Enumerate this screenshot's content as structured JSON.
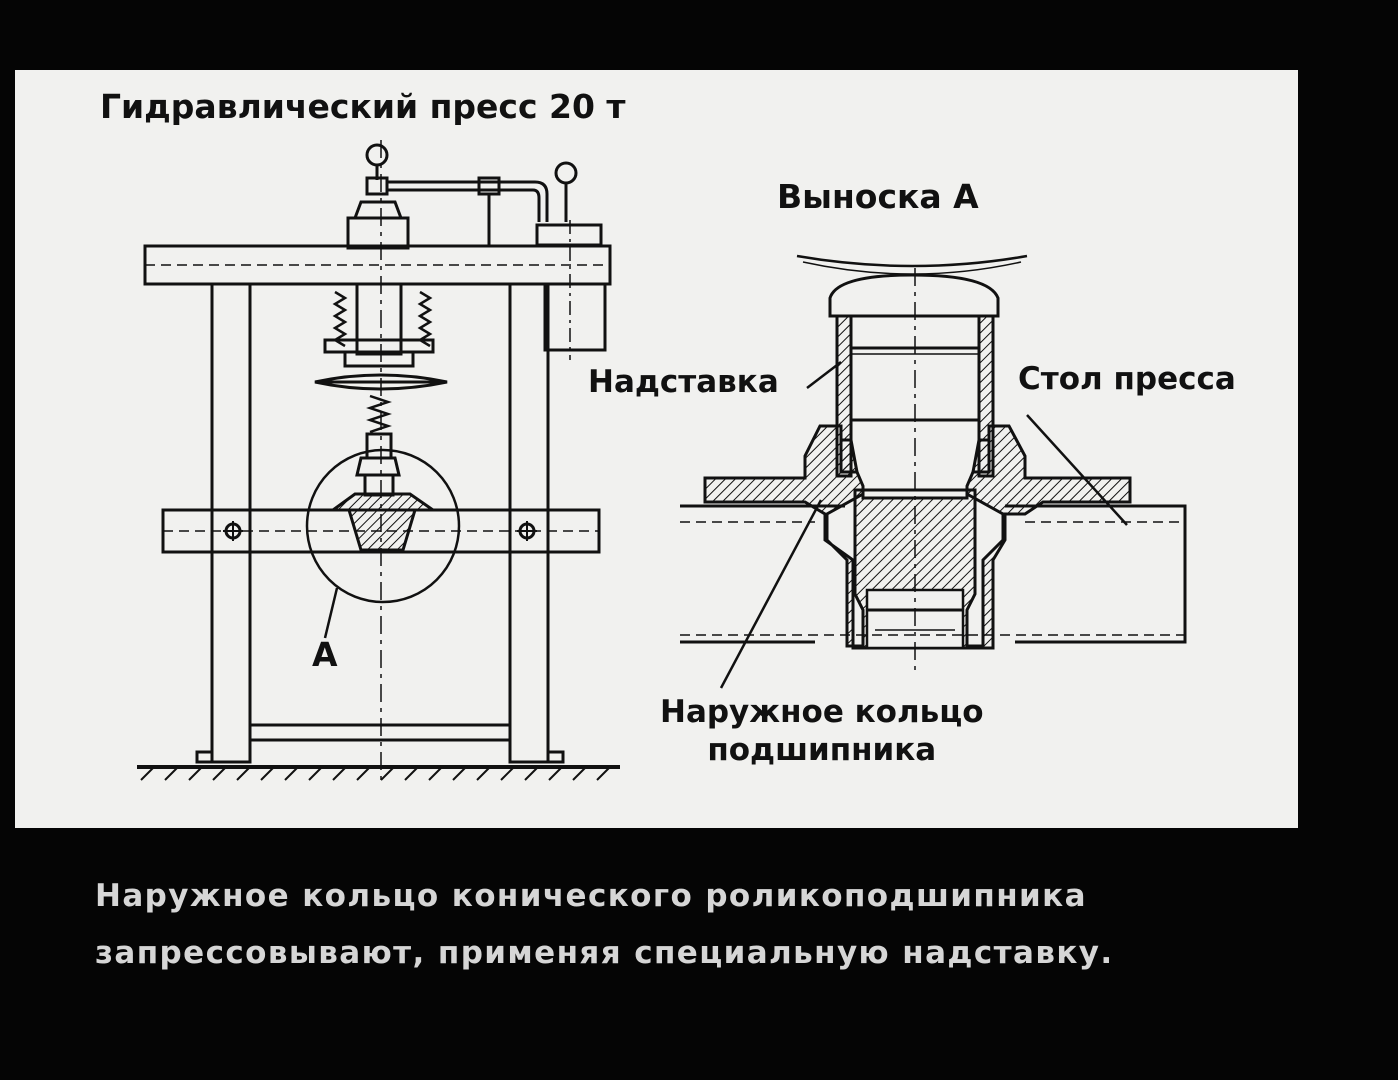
{
  "slide": {
    "title": "Гидравлический пресс 20 т",
    "callout_title": "Выноска А",
    "labels": {
      "extension": "Надставка",
      "press_table": "Стол пресса",
      "callout_marker": "А",
      "bearing_ring_line1": "Наружное кольцо",
      "bearing_ring_line2": "подшипника"
    }
  },
  "caption": {
    "line1": "Наружное кольцо конического роликоподшипника",
    "line2": "запрессовывают, применяя специальную надставку."
  },
  "colors": {
    "background": "#050505",
    "slide": "#f1f1ef",
    "ink": "#111111",
    "caption_text": "#d6d6d6"
  }
}
